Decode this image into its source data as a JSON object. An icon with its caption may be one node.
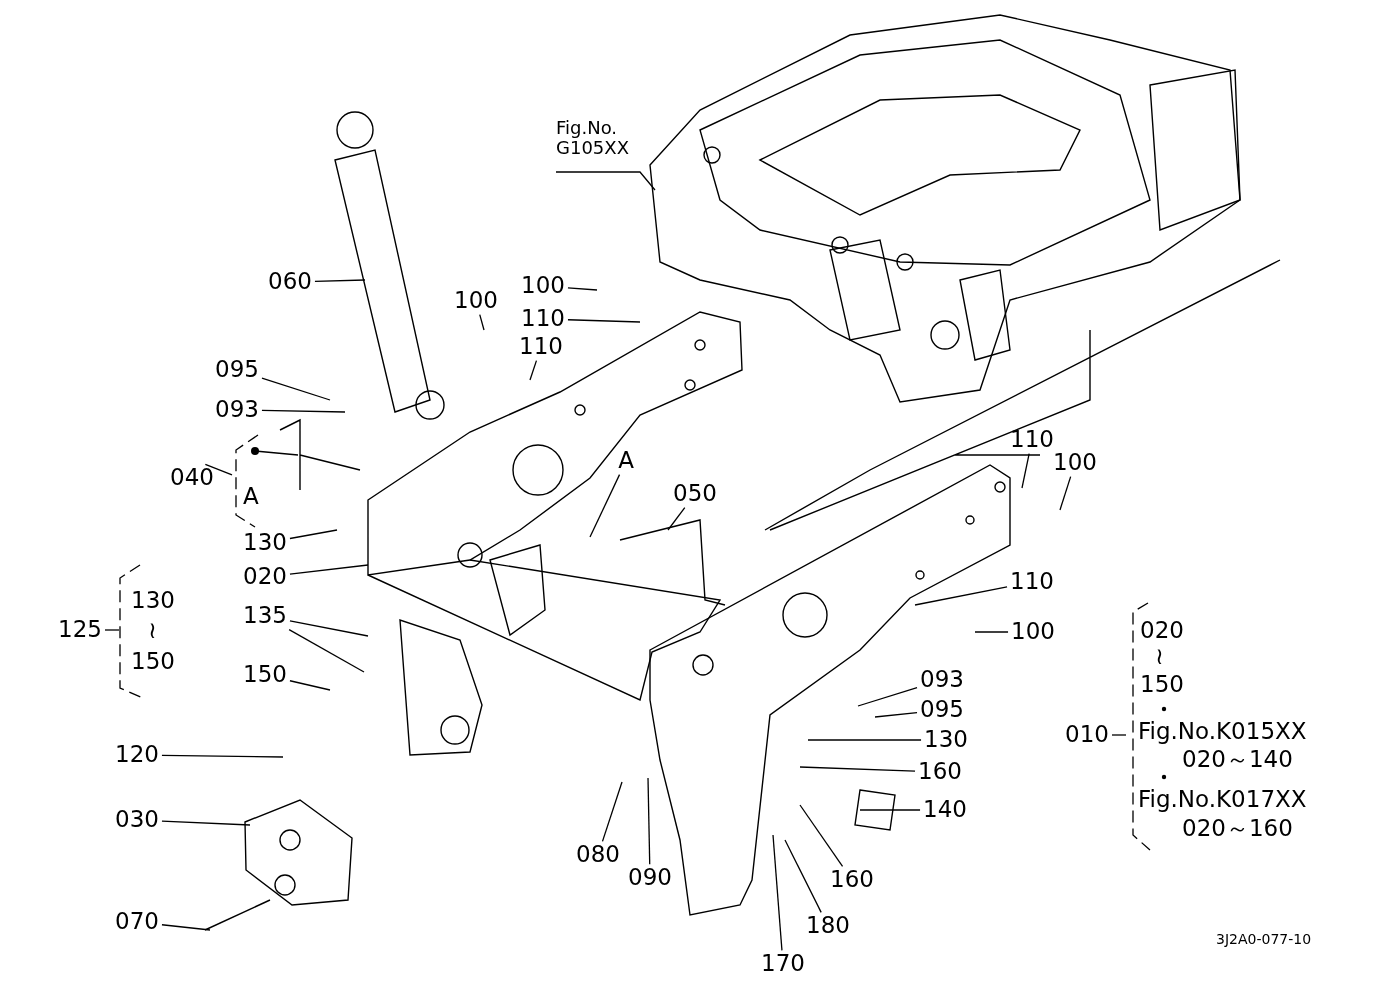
{
  "diagram": {
    "nodes": [
      {
        "text": [
          "Fig.No. G105XX"
        ]
      },
      {
        "text": [
          "060"
        ]
      },
      {
        "text": [
          "100"
        ]
      },
      {
        "text": [
          "100"
        ]
      },
      {
        "text": [
          "110"
        ]
      },
      {
        "text": [
          "110"
        ]
      },
      {
        "text": [
          "095"
        ]
      },
      {
        "text": [
          "093"
        ]
      },
      {
        "text": [
          "040"
        ]
      },
      {
        "text": [
          "110"
        ]
      },
      {
        "text": [
          "100"
        ]
      },
      {
        "text": [
          "A"
        ]
      },
      {
        "text": [
          "050"
        ]
      },
      {
        "text": [
          "130"
        ]
      },
      {
        "text": [
          "020"
        ]
      },
      {
        "text": [
          "110"
        ]
      },
      {
        "text": [
          "100"
        ]
      },
      {
        "text": [
          "125"
        ]
      },
      {
        "text": [
          "135"
        ]
      },
      {
        "text": [
          "150"
        ]
      },
      {
        "text": [
          "093"
        ]
      },
      {
        "text": [
          "095"
        ]
      },
      {
        "text": [
          "130"
        ]
      },
      {
        "text": [
          "120"
        ]
      },
      {
        "text": [
          "160"
        ]
      },
      {
        "text": [
          "140"
        ]
      },
      {
        "text": [
          "030"
        ]
      },
      {
        "text": [
          "080"
        ]
      },
      {
        "text": [
          "090"
        ]
      },
      {
        "text": [
          "160"
        ]
      },
      {
        "text": [
          "180"
        ]
      },
      {
        "text": [
          "070"
        ]
      },
      {
        "text": [
          "170"
        ]
      },
      {
        "text": [
          "010"
        ]
      },
      {
        "text": [],
        "shape": "bracket"
      }
    ],
    "edges": [
      {
        "from": 0,
        "to": null,
        "arrow": "none"
      },
      {
        "from": 1,
        "to": null,
        "arrow": "none"
      },
      {
        "from": 2,
        "to": null,
        "arrow": "none"
      },
      {
        "from": 3,
        "to": null,
        "arrow": "none"
      },
      {
        "from": 4,
        "to": null,
        "arrow": "none"
      },
      {
        "from": 5,
        "to": null,
        "arrow": "none"
      },
      {
        "from": 6,
        "to": null,
        "arrow": "none"
      },
      {
        "from": 7,
        "to": null,
        "arrow": "none"
      },
      {
        "from": 8,
        "to": 34,
        "arrow": "none"
      },
      {
        "from": 9,
        "to": null,
        "arrow": "none"
      },
      {
        "from": 10,
        "to": null,
        "arrow": "none"
      },
      {
        "from": 11,
        "to": null,
        "arrow": "none"
      },
      {
        "from": 12,
        "to": null,
        "arrow": "none"
      },
      {
        "from": 13,
        "to": null,
        "arrow": "none"
      },
      {
        "from": 14,
        "to": null,
        "arrow": "none"
      },
      {
        "from": 15,
        "to": null,
        "arrow": "none"
      },
      {
        "from": 16,
        "to": null,
        "arrow": "none"
      },
      {
        "from": 17,
        "to": null,
        "arrow": "none"
      },
      {
        "from": 18,
        "to": null,
        "arrow": "none"
      },
      {
        "from": 18,
        "to": null,
        "arrow": "none"
      },
      {
        "from": 19,
        "to": null,
        "arrow": "none"
      },
      {
        "from": 20,
        "to": null,
        "arrow": "none"
      },
      {
        "from": 21,
        "to": null,
        "arrow": "none"
      },
      {
        "from": 22,
        "to": null,
        "arrow": "none"
      },
      {
        "from": 23,
        "to": null,
        "arrow": "none"
      },
      {
        "from": 24,
        "to": null,
        "arrow": "none"
      },
      {
        "from": 25,
        "to": null,
        "arrow": "none"
      },
      {
        "from": 26,
        "to": null,
        "arrow": "none"
      },
      {
        "from": 27,
        "to": null,
        "arrow": "none"
      },
      {
        "from": 28,
        "to": null,
        "arrow": "none"
      },
      {
        "from": 29,
        "to": null,
        "arrow": "none"
      },
      {
        "from": 30,
        "to": null,
        "arrow": "none"
      },
      {
        "from": 31,
        "to": null,
        "arrow": "none"
      },
      {
        "from": 32,
        "to": null,
        "arrow": "none"
      },
      {
        "from": 33,
        "to": null,
        "arrow": "none"
      }
    ],
    "labels": [
      "A",
      "130",
      "≀",
      "150",
      "020",
      "≀",
      "150",
      "Fig.No.K015XX",
      "020～140",
      "Fig.No.K017XX",
      "020～160",
      "3J2A0-077-10"
    ]
  }
}
